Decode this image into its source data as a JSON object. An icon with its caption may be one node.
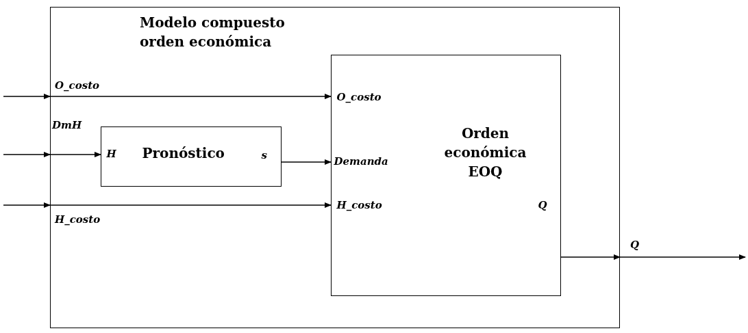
{
  "diagram": {
    "nodes": [
      {
        "text": [
          "Modelo compuesto orden económica"
        ]
      },
      {
        "text": [
          "H",
          "Pronóstico",
          "s"
        ],
        "in": 0
      },
      {
        "text": [
          "O_costo",
          "Demanda",
          "H_costo",
          "Orden económica EOQ",
          "Q"
        ],
        "in": 0
      }
    ],
    "edges": [
      {
        "from": null,
        "to": 0,
        "arrow": "to",
        "label": "O_costo"
      },
      {
        "from": 0,
        "to": 2,
        "arrow": "to"
      },
      {
        "from": null,
        "to": 0,
        "arrow": "to",
        "label": "DmH"
      },
      {
        "from": 0,
        "to": 1,
        "arrow": "to"
      },
      {
        "from": 1,
        "to": 2,
        "arrow": "to"
      },
      {
        "from": null,
        "to": 0,
        "arrow": "to",
        "label": "H_costo"
      },
      {
        "from": 0,
        "to": 2,
        "arrow": "to"
      },
      {
        "from": 2,
        "to": 0,
        "arrow": "to"
      },
      {
        "from": 0,
        "to": null,
        "arrow": "to",
        "label": "Q"
      }
    ]
  }
}
